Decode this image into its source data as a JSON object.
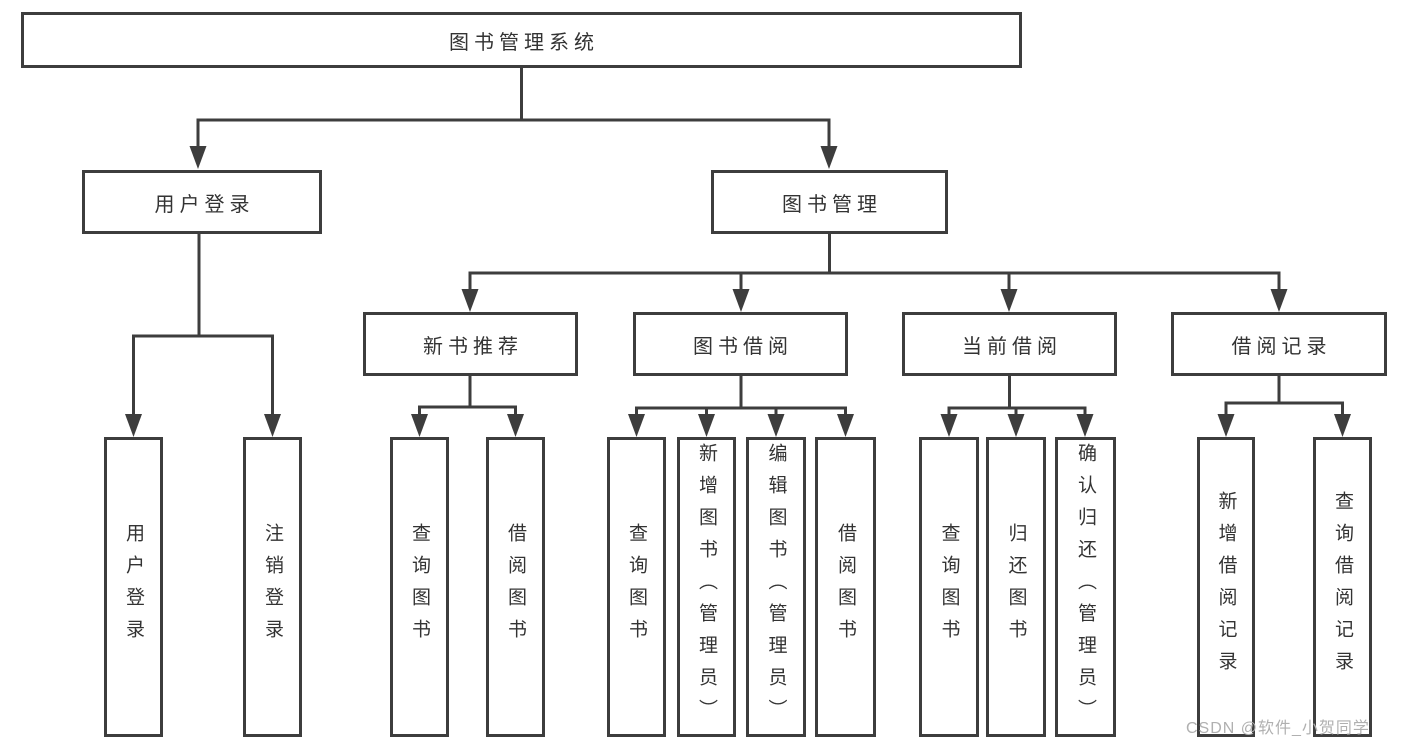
{
  "diagram": {
    "title": "图书管理系统",
    "root": "图书管理系统",
    "branches": {
      "user_login": "用户登录",
      "book_management": "图书管理"
    },
    "modules": {
      "new_book_recommend": "新书推荐",
      "book_borrowing": "图书借阅",
      "current_borrowing": "当前借阅",
      "borrowing_records": "借阅记录"
    },
    "leaves": {
      "user_login": [
        "用户登录",
        "注销登录"
      ],
      "new_book_recommend": [
        "查询图书",
        "借阅图书"
      ],
      "book_borrowing": [
        "查询图书",
        "新增图书（管理员）",
        "编辑图书（管理员）",
        "借阅图书"
      ],
      "current_borrowing": [
        "查询图书",
        "归还图书",
        "确认归还（管理员）"
      ],
      "borrowing_records": [
        "新增借阅记录",
        "查询借阅记录"
      ]
    }
  },
  "watermark": {
    "text": "CSDN @软件_小贺同学"
  },
  "colors": {
    "line": "#3d3d3d",
    "text": "#333333",
    "box_fill": "#ffffff",
    "watermark": "#b0b0b0",
    "background": "#ffffff"
  }
}
